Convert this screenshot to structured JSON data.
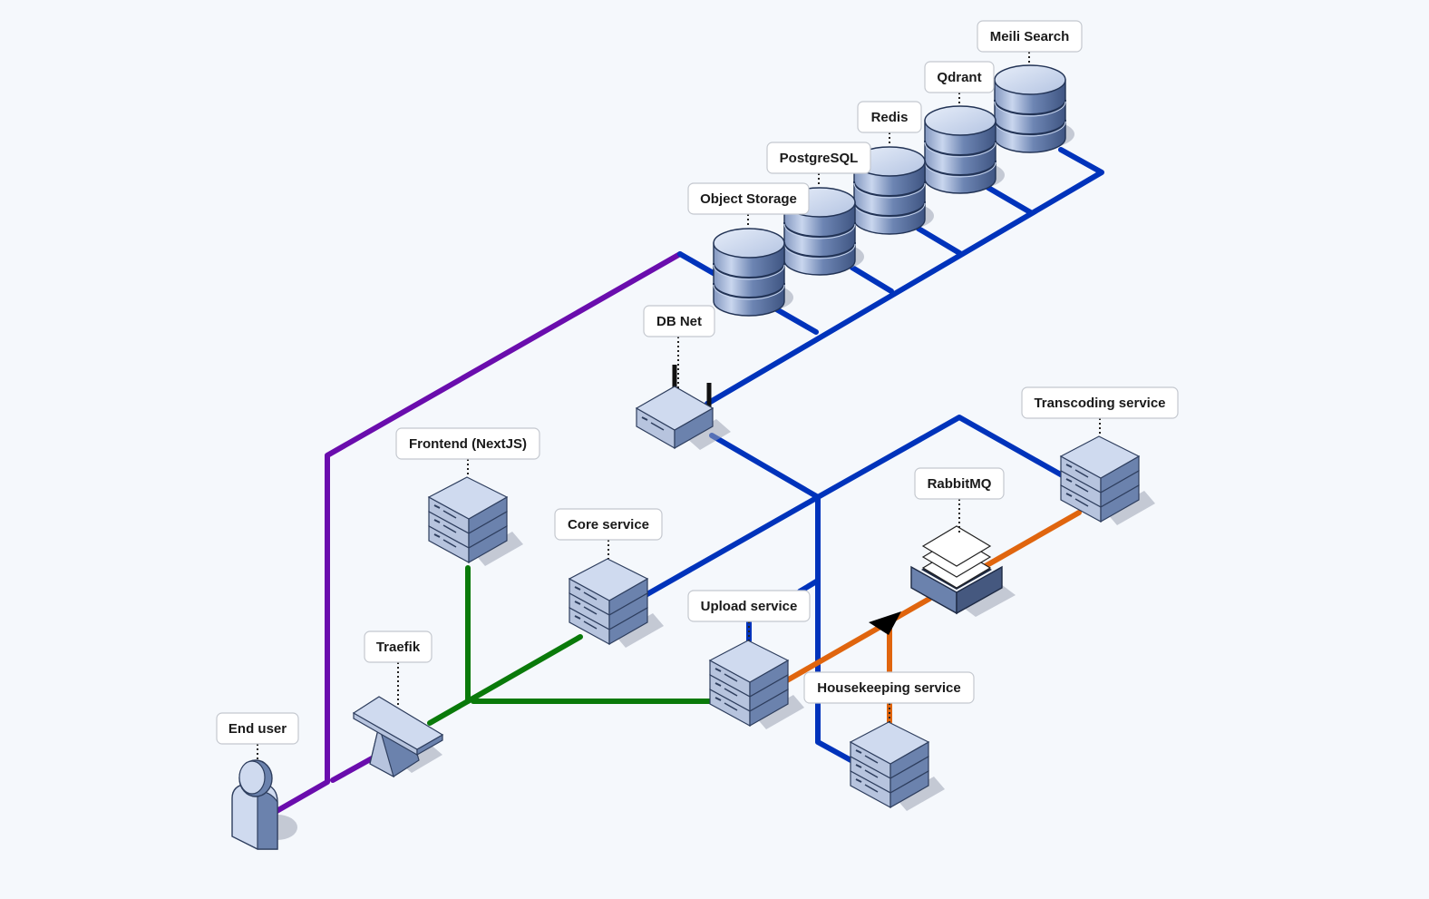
{
  "colors": {
    "background": "#f5f8fc",
    "user_link": "#6a0dad",
    "db_net": "#0033bb",
    "web_net": "#0a7a0a",
    "queue_link": "#e0650e",
    "device_top": "#cdd8ee",
    "device_side": "#6b82ad",
    "device_dark": "#45587f"
  },
  "nodes": [
    {
      "id": "end-user",
      "label": "End user",
      "icon": "user-icon"
    },
    {
      "id": "traefik",
      "label": "Traefik",
      "icon": "load-balancer-icon"
    },
    {
      "id": "frontend",
      "label": "Frontend (NextJS)",
      "icon": "server-icon"
    },
    {
      "id": "core",
      "label": "Core service",
      "icon": "server-icon"
    },
    {
      "id": "upload",
      "label": "Upload service",
      "icon": "server-icon"
    },
    {
      "id": "housekeeping",
      "label": "Housekeeping service",
      "icon": "server-icon"
    },
    {
      "id": "transcoding",
      "label": "Transcoding service",
      "icon": "server-icon"
    },
    {
      "id": "rabbitmq",
      "label": "RabbitMQ",
      "icon": "message-queue-icon"
    },
    {
      "id": "db-net",
      "label": "DB Net",
      "icon": "router-icon"
    },
    {
      "id": "object-storage",
      "label": "Object Storage",
      "icon": "database-icon"
    },
    {
      "id": "postgresql",
      "label": "PostgreSQL",
      "icon": "database-icon"
    },
    {
      "id": "redis",
      "label": "Redis",
      "icon": "database-icon"
    },
    {
      "id": "qdrant",
      "label": "Qdrant",
      "icon": "database-icon"
    },
    {
      "id": "meili",
      "label": "Meili Search",
      "icon": "database-icon"
    }
  ]
}
